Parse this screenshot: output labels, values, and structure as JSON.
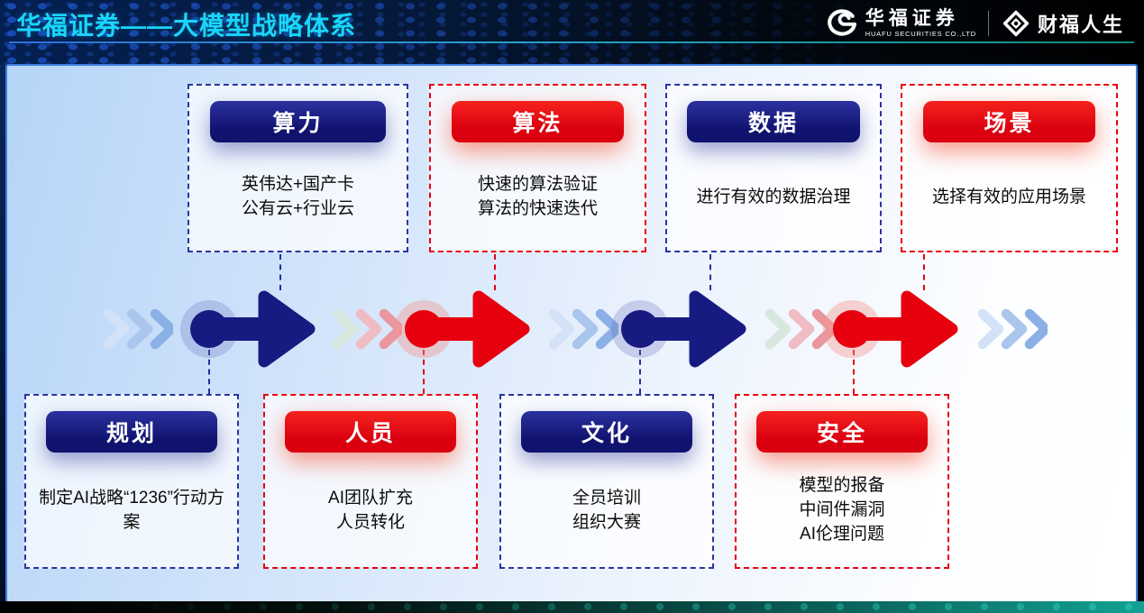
{
  "header": {
    "title": "华福证券——大模型战略体系",
    "logo_huafu": {
      "name": "华福证券",
      "subtitle": "HUAFU SECURITIES CO.,LTD"
    },
    "logo_caifu": {
      "name": "财福人生"
    }
  },
  "cards": {
    "top": [
      {
        "label": "算力",
        "theme": "navy",
        "lines": [
          "英伟达+国产卡",
          "公有云+行业云"
        ]
      },
      {
        "label": "算法",
        "theme": "red",
        "lines": [
          "快速的算法验证",
          "算法的快速迭代"
        ]
      },
      {
        "label": "数据",
        "theme": "navy",
        "lines": [
          "进行有效的数据治理"
        ]
      },
      {
        "label": "场景",
        "theme": "red",
        "lines": [
          "选择有效的应用场景"
        ]
      }
    ],
    "bottom": [
      {
        "label": "规划",
        "theme": "navy",
        "lines": [
          "制定AI战略“1236”行动方案"
        ]
      },
      {
        "label": "人员",
        "theme": "red",
        "lines": [
          "AI团队扩充",
          "人员转化"
        ]
      },
      {
        "label": "文化",
        "theme": "navy",
        "lines": [
          "全员培训",
          "组织大赛"
        ]
      },
      {
        "label": "安全",
        "theme": "red",
        "lines": [
          "模型的报备",
          "中间件漏洞",
          "AI伦理问题"
        ]
      }
    ]
  },
  "colors": {
    "navy": "#171a81",
    "red": "#e7000e",
    "title_cyan": "#1ad5f8",
    "teal": "#13a193",
    "card_border_blue": "#3f7de0"
  }
}
